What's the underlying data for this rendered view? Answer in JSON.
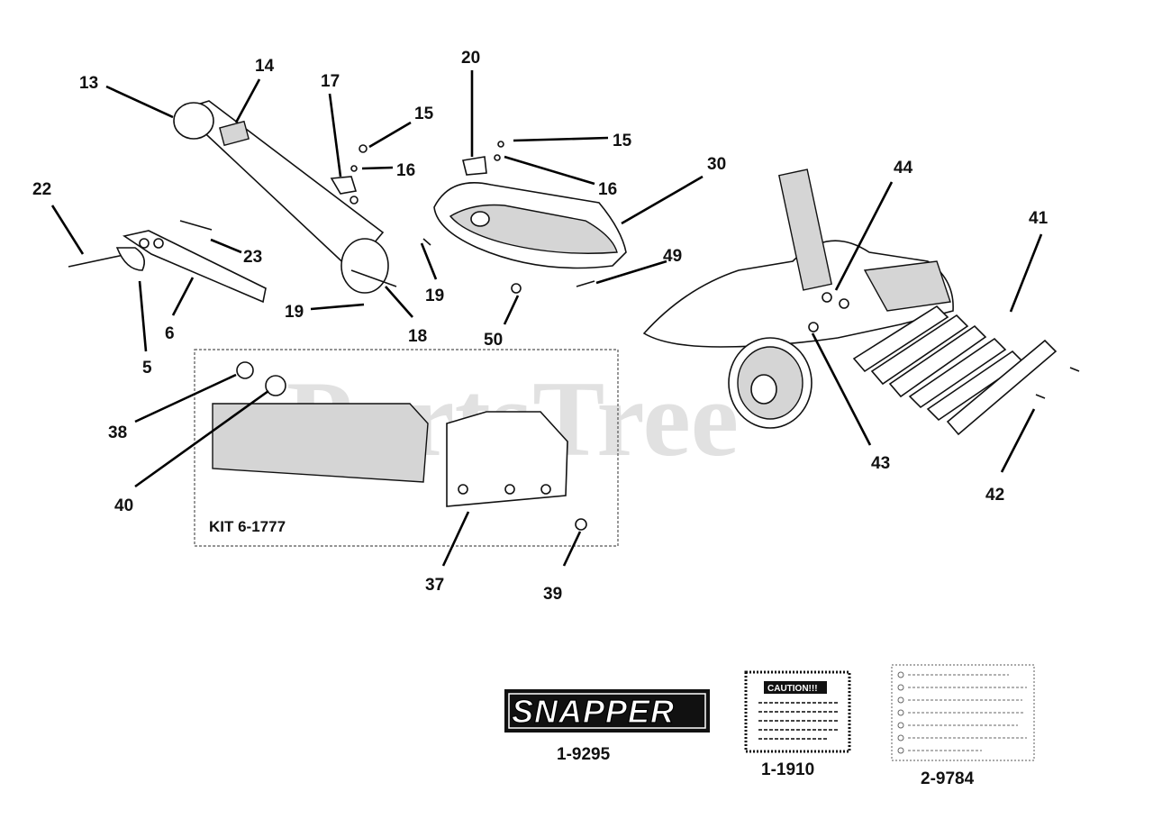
{
  "watermark": "PartsTree",
  "kit_label": "KIT 6-1777",
  "callouts": {
    "c13": "13",
    "c14": "14",
    "c17": "17",
    "c15a": "15",
    "c16a": "16",
    "c20": "20",
    "c15b": "15",
    "c16b": "16",
    "c30": "30",
    "c44": "44",
    "c22": "22",
    "c23": "23",
    "c41": "41",
    "c49": "49",
    "c6": "6",
    "c19a": "19",
    "c19b": "19",
    "c18": "18",
    "c50": "50",
    "c5": "5",
    "c38": "38",
    "c40": "40",
    "c43": "43",
    "c42": "42",
    "c37": "37",
    "c39": "39"
  },
  "decals": {
    "snapper_logo": "SNAPPER",
    "snapper_part": "1-9295",
    "caution_title": "CAUTION!!!",
    "caution_part": "1-1910",
    "instructions_part": "2-9784"
  }
}
